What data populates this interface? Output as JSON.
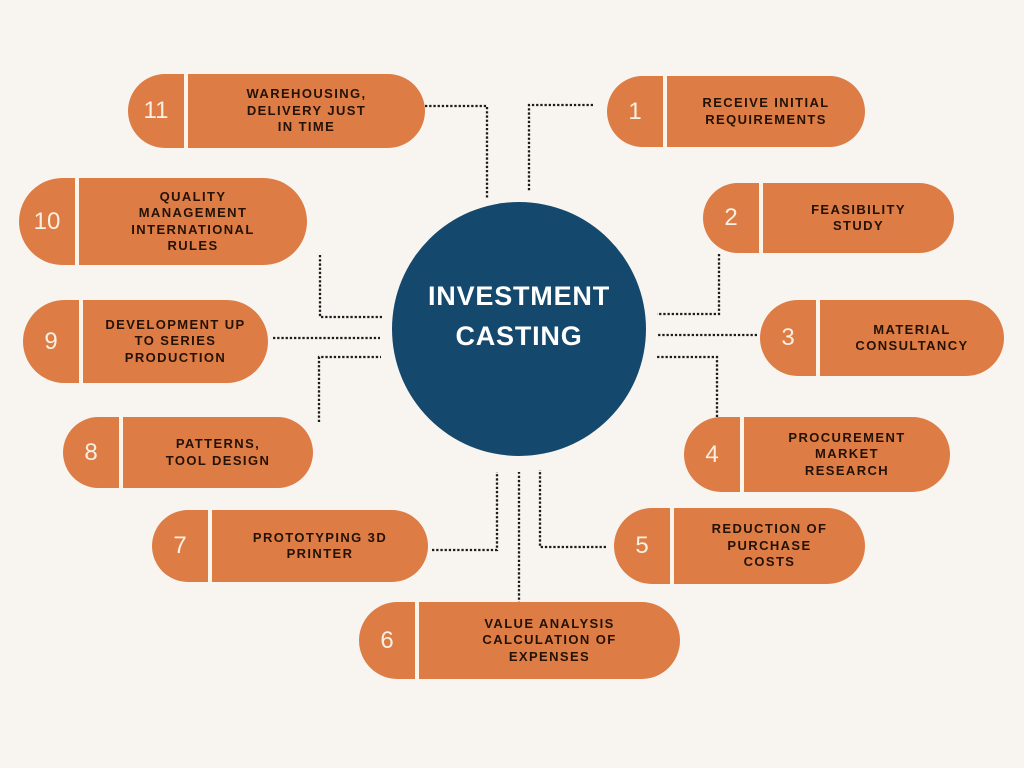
{
  "title": "INVESTMENT\nCASTING",
  "colors": {
    "background": "#f8f5f0",
    "pill_orange": "#dd7c45",
    "circle_navy": "#15486d",
    "label_text": "#241206",
    "number_text": "#f8f0e2",
    "divider_white": "#fcf6ea",
    "connector_dots": "#1c1c1c",
    "title_text": "#ffffff"
  },
  "steps": [
    {
      "number": "1",
      "label": "RECEIVE INITIAL\nREQUIREMENTS"
    },
    {
      "number": "2",
      "label": "FEASIBILITY\nSTUDY"
    },
    {
      "number": "3",
      "label": "MATERIAL\nCONSULTANCY"
    },
    {
      "number": "4",
      "label": "PROCUREMENT\nMARKET\nRESEARCH"
    },
    {
      "number": "5",
      "label": "REDUCTION OF\nPURCHASE\nCOSTS"
    },
    {
      "number": "6",
      "label": "VALUE ANALYSIS\nCALCULATION OF\nEXPENSES"
    },
    {
      "number": "7",
      "label": "PROTOTYPING 3D\nPRINTER"
    },
    {
      "number": "8",
      "label": "PATTERNS,\nTOOL DESIGN"
    },
    {
      "number": "9",
      "label": "DEVELOPMENT UP\nTO SERIES\nPRODUCTION"
    },
    {
      "number": "10",
      "label": "QUALITY\nMANAGEMENT\nINTERNATIONAL\nRULES"
    },
    {
      "number": "11",
      "label": "WAREHOUSING,\nDELIVERY JUST\nIN TIME"
    }
  ]
}
